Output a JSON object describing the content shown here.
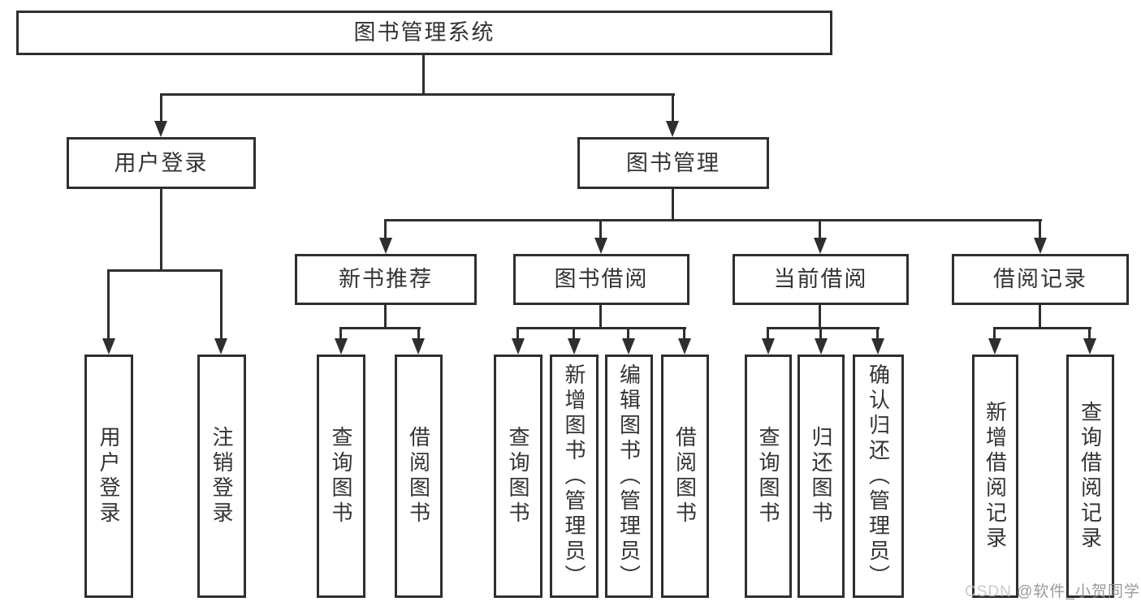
{
  "tree": {
    "label": "图书管理系统",
    "children": [
      {
        "label": "用户登录",
        "children": [
          {
            "label": "用户登录"
          },
          {
            "label": "注销登录"
          }
        ]
      },
      {
        "label": "图书管理",
        "children": [
          {
            "label": "新书推荐",
            "children": [
              {
                "label": "查询图书"
              },
              {
                "label": "借阅图书"
              }
            ]
          },
          {
            "label": "图书借阅",
            "children": [
              {
                "label": "查询图书"
              },
              {
                "label": "新增图书（管理员）"
              },
              {
                "label": "编辑图书（管理员）"
              },
              {
                "label": "借阅图书"
              }
            ]
          },
          {
            "label": "当前借阅",
            "children": [
              {
                "label": "查询图书"
              },
              {
                "label": "归还图书"
              },
              {
                "label": "确认归还（管理员）"
              }
            ]
          },
          {
            "label": "借阅记录",
            "children": [
              {
                "label": "新增借阅记录"
              },
              {
                "label": "查询借阅记录"
              }
            ]
          }
        ]
      }
    ]
  },
  "watermark": {
    "brand": "CSDN ",
    "author": "@软件_小贺同学"
  },
  "colors": {
    "line": "#2f2f2f",
    "text": "#333333",
    "background": "#ffffff",
    "watermark_brand": "#c4c4c4",
    "watermark_author": "#8f8f8f"
  }
}
